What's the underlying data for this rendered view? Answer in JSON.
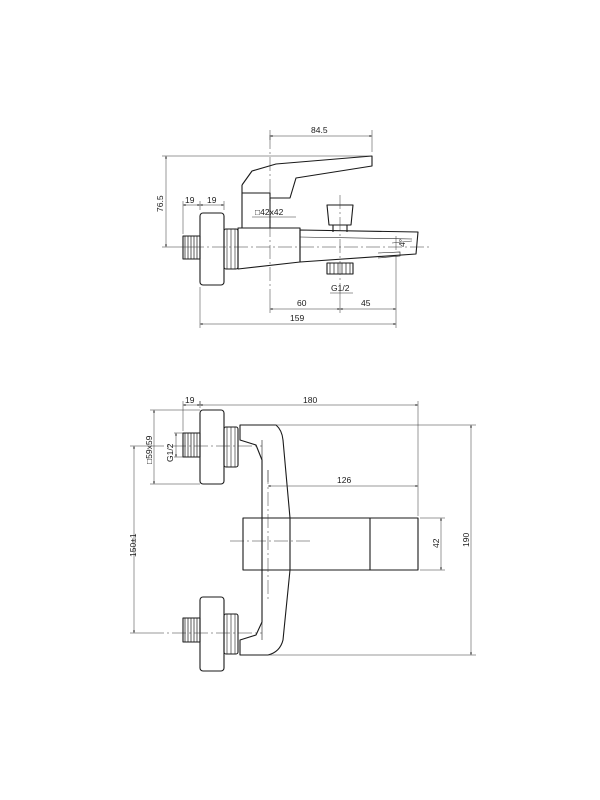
{
  "views": {
    "side": {
      "dimensions": {
        "width_top": "84.5",
        "height_lever": "76.5",
        "nut_a": "19",
        "nut_b": "19",
        "body_section": "□42x42",
        "outlet_angle": "4°",
        "outlet_thread": "G1/2",
        "span_a": "60",
        "span_b": "45",
        "overall_length": "159"
      }
    },
    "top": {
      "dimensions": {
        "nut_width": "19",
        "overall_length": "180",
        "flange": "□59x59",
        "inlet_thread": "G1/2",
        "spout_length": "126",
        "spout_height": "42",
        "overall_height": "190",
        "inlet_spacing": "150±1"
      }
    }
  }
}
